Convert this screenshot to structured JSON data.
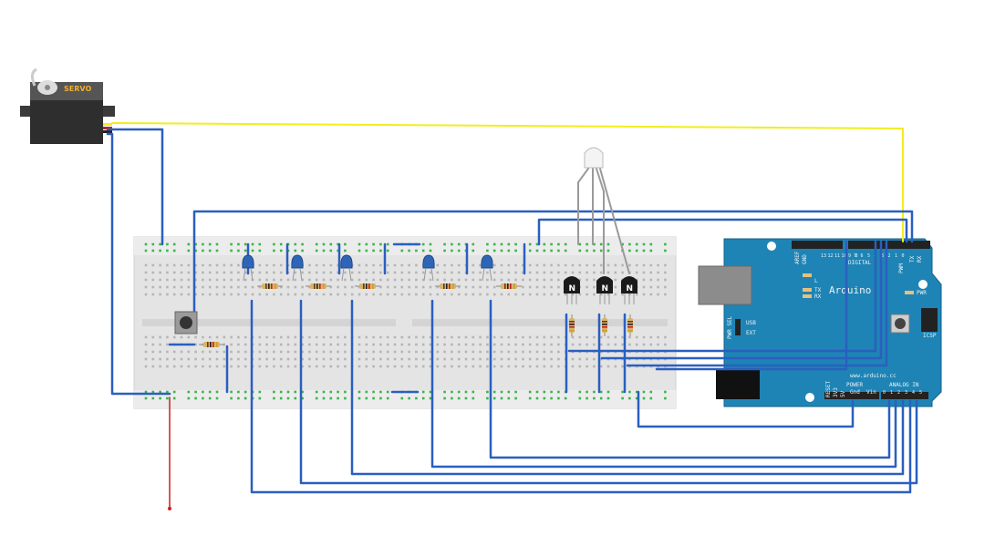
{
  "servo": {
    "label": "SERVO"
  },
  "arduino": {
    "brand": "Arduino",
    "url": "www.arduino.cc",
    "digital_label": "DIGITAL",
    "aref_label": "AREF",
    "gnd_label": "GND",
    "pin_numbers_top": [
      "13",
      "12",
      "11",
      "10",
      "9",
      "8",
      "7",
      "6",
      "5",
      "4",
      "3",
      "2",
      "1",
      "0"
    ],
    "pwm_label": "PWM",
    "tx_label": "TX",
    "rx_label": "RX",
    "l_led_label": "L",
    "pwr_label": "PWR",
    "pwr_sel_label": "PWR SEL",
    "usb_label": "USB",
    "ext_label": "EXT",
    "icsp_label": "ICSP",
    "reset_label": "RESET",
    "v33_label": "3V3",
    "power_label": "POWER",
    "v5_label": "5V",
    "gnd_bottom_label": "Gnd",
    "vin_label": "Vin",
    "analog_label": "ANALOG IN",
    "analog_pins": [
      "0",
      "1",
      "2",
      "3",
      "4",
      "5"
    ]
  },
  "transistors": {
    "marking": "N"
  },
  "colors": {
    "wire_blue": "#2a5fbf",
    "wire_yellow": "#f2ee1e",
    "wire_red": "#c8201e",
    "board_teal": "#1e84b5",
    "breadboard": "#e6e6e6",
    "header_black": "#222222",
    "hole_green": "#3cb44b"
  },
  "icons": [
    "servo-icon",
    "rgb-led-icon",
    "pushbutton-icon",
    "resistor-icon",
    "capacitor-icon",
    "npn-transistor-icon",
    "arduino-board-icon"
  ]
}
